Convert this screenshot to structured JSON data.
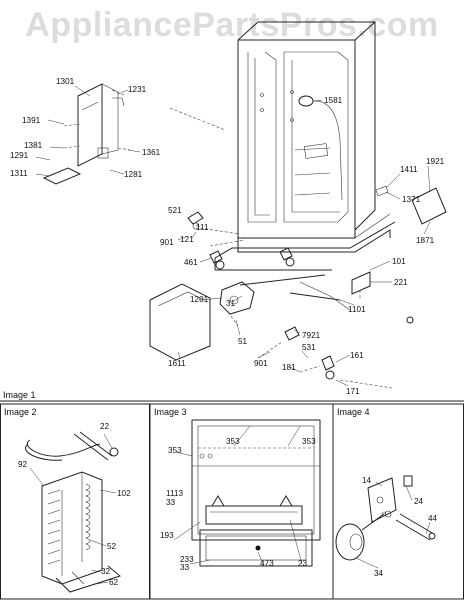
{
  "watermark": "AppliancePartsPros.com",
  "panels": {
    "image1": "Image 1",
    "image2": "Image 2",
    "image3": "Image 3",
    "image4": "Image 4"
  },
  "callouts": {
    "p1301": "1301",
    "p1231": "1231",
    "p1391": "1391",
    "p1381": "1381",
    "p1291": "1291",
    "p1361": "1361",
    "p1311": "1311",
    "p1281": "1281",
    "p1581": "1581",
    "p1411": "1411",
    "p1921": "1921",
    "p1371": "1371",
    "p1871": "1871",
    "p521": "521",
    "p111": "111",
    "p121": "121",
    "p901a": "901",
    "p461": "461",
    "p101": "101",
    "p221": "221",
    "p1201": "1201",
    "p31": "31",
    "p1101": "1101",
    "p51": "51",
    "p7921": "7921",
    "p1611": "1611",
    "p901b": "901",
    "p531": "531",
    "p161": "161",
    "p181": "181",
    "p171": "171",
    "p22": "22",
    "p92": "92",
    "p102": "102",
    "p52": "52",
    "p32": "32",
    "p62": "62",
    "p353a": "353",
    "p353b": "353",
    "p353c": "353",
    "p1113": "1113",
    "p33a": "33",
    "p193": "193",
    "p233": "233",
    "p33b": "33",
    "p473": "473",
    "p23": "23",
    "p14": "14",
    "p24": "24",
    "p44": "44",
    "p34": "34"
  }
}
